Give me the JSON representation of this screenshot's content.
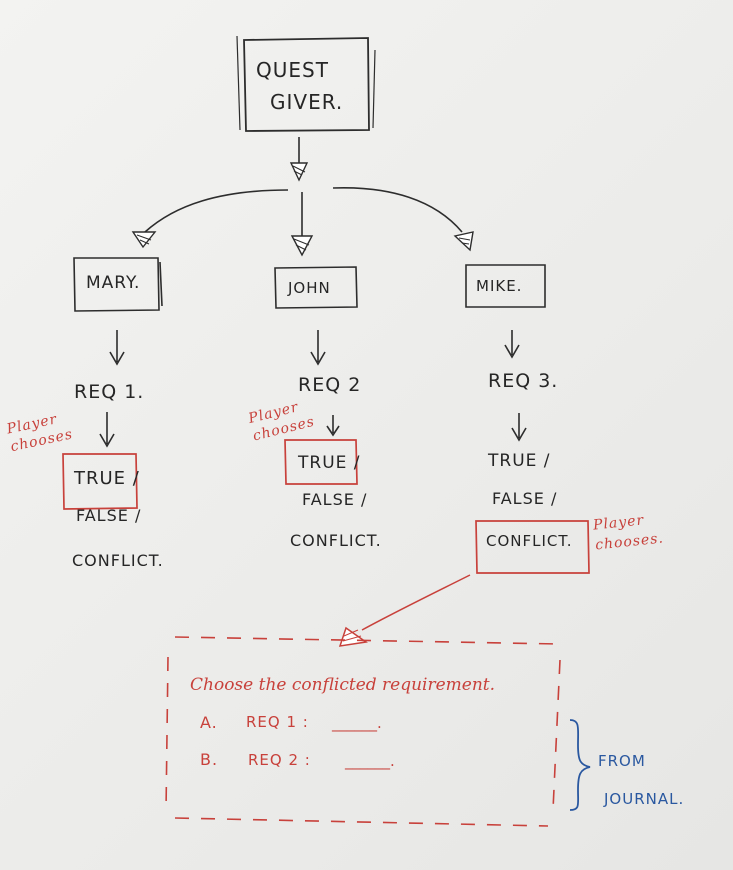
{
  "colors": {
    "ink": "#262626",
    "red_marker": "#c8413b",
    "blue_marker": "#2a58a0",
    "board": "#eeeeec"
  },
  "quest_giver": {
    "line1": "QUEST",
    "line2": "GIVER."
  },
  "npcs": [
    {
      "name": "MARY.",
      "req": "REQ 1.",
      "options": [
        "TRUE /",
        "FALSE /",
        "CONFLICT."
      ],
      "chosen": "TRUE"
    },
    {
      "name": "JOHN",
      "req": "REQ 2",
      "options": [
        "TRUE /",
        "FALSE /",
        "CONFLICT."
      ],
      "chosen": "TRUE"
    },
    {
      "name": "MIKE.",
      "req": "REQ 3.",
      "options": [
        "TRUE /",
        "FALSE /",
        "CONFLICT."
      ],
      "chosen": "CONFLICT"
    }
  ],
  "player_chooses": [
    "Player chooses",
    "Player chooses",
    "Player chooses."
  ],
  "conflict_dialog": {
    "title": "Choose the conflicted requirement.",
    "option_a": {
      "letter": "A.",
      "label": "REQ 1 :",
      "blank": "______."
    },
    "option_b": {
      "letter": "B.",
      "label": "REQ 2 :",
      "blank": "______."
    }
  },
  "from_journal": {
    "line1": "FROM",
    "line2": "JOURNAL."
  }
}
